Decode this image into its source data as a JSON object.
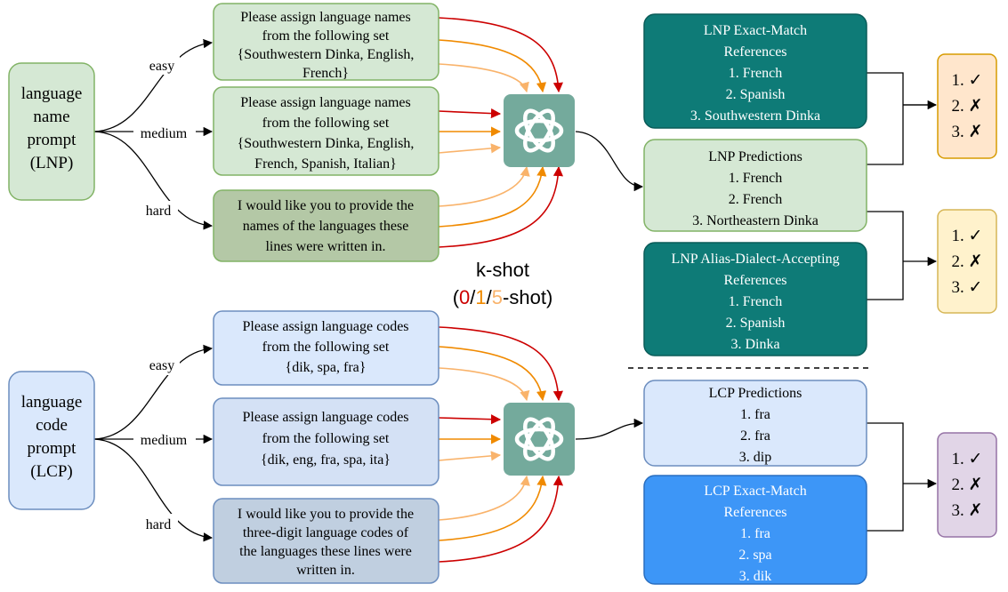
{
  "colors": {
    "zero_shot": "#cc0000",
    "one_shot": "#f08a00",
    "five_shot": "#f9b36b",
    "connector": "#000000",
    "lnp_green_light": "#d5e8d4",
    "lnp_green_border": "#82b366",
    "hard_green": "#b4c8a6",
    "teal": "#0e7b77",
    "lcp_blue_light": "#dae8fc",
    "lcp_blue_border": "#6c8ebf",
    "lcp_hard_blue": "#c0cfe0",
    "bright_blue": "#3d96f7",
    "check_orange": "#ffe6cc",
    "check_yellow": "#fff2cc",
    "check_purple": "#e1d5e7",
    "gpt_icon": "#74aa9c"
  },
  "lnp": {
    "root_label": [
      "language",
      "name",
      "prompt",
      "(LNP)"
    ],
    "branch_labels": {
      "easy": "easy",
      "medium": "medium",
      "hard": "hard"
    },
    "easy_prompt": [
      "Please assign language names",
      "from the following set",
      "{Southwestern Dinka, English,",
      "French}"
    ],
    "medium_prompt": [
      "Please assign language names",
      "from the following set",
      "{Southwestern Dinka, English,",
      "French, Spanish, Italian}"
    ],
    "hard_prompt": [
      "I would like you to provide the",
      "names of the languages these",
      "lines were written in."
    ]
  },
  "lcp": {
    "root_label": [
      "language",
      "code",
      "prompt",
      "(LCP)"
    ],
    "branch_labels": {
      "easy": "easy",
      "medium": "medium",
      "hard": "hard"
    },
    "easy_prompt": [
      "Please assign language codes",
      "from the following set",
      "{dik, spa, fra}"
    ],
    "medium_prompt": [
      "Please assign language codes",
      "from the following set",
      "{dik, eng, fra, spa, ita}"
    ],
    "hard_prompt": [
      "I would like you to provide the",
      "three-digit language codes of",
      "the languages these lines were",
      "written in."
    ]
  },
  "kshot": {
    "title": "k-shot",
    "open": "(",
    "zero": "0",
    "sep1": "/",
    "one": "1",
    "sep2": "/",
    "five": "5",
    "suffix": "-shot)"
  },
  "lnp_exact_refs": [
    "LNP Exact-Match",
    "References",
    "1. French",
    "2. Spanish",
    "3. Southwestern Dinka"
  ],
  "lnp_predictions": [
    "LNP Predictions",
    "1. French",
    "2. French",
    "3. Northeastern Dinka"
  ],
  "lnp_alias_refs": [
    "LNP Alias-Dialect-Accepting",
    "References",
    "1. French",
    "2. Spanish",
    "3. Dinka"
  ],
  "lcp_predictions": [
    "LCP Predictions",
    "1. fra",
    "2. fra",
    "3. dip"
  ],
  "lcp_exact_refs": [
    "LCP Exact-Match",
    "References",
    "1. fra",
    "2. spa",
    "3. dik"
  ],
  "results_lnp_exact": [
    "1. ✓",
    "2. ✗",
    "3. ✗"
  ],
  "results_lnp_alias": [
    "1. ✓",
    "2. ✗",
    "3. ✓"
  ],
  "results_lcp_exact": [
    "1. ✓",
    "2. ✗",
    "3. ✗"
  ]
}
